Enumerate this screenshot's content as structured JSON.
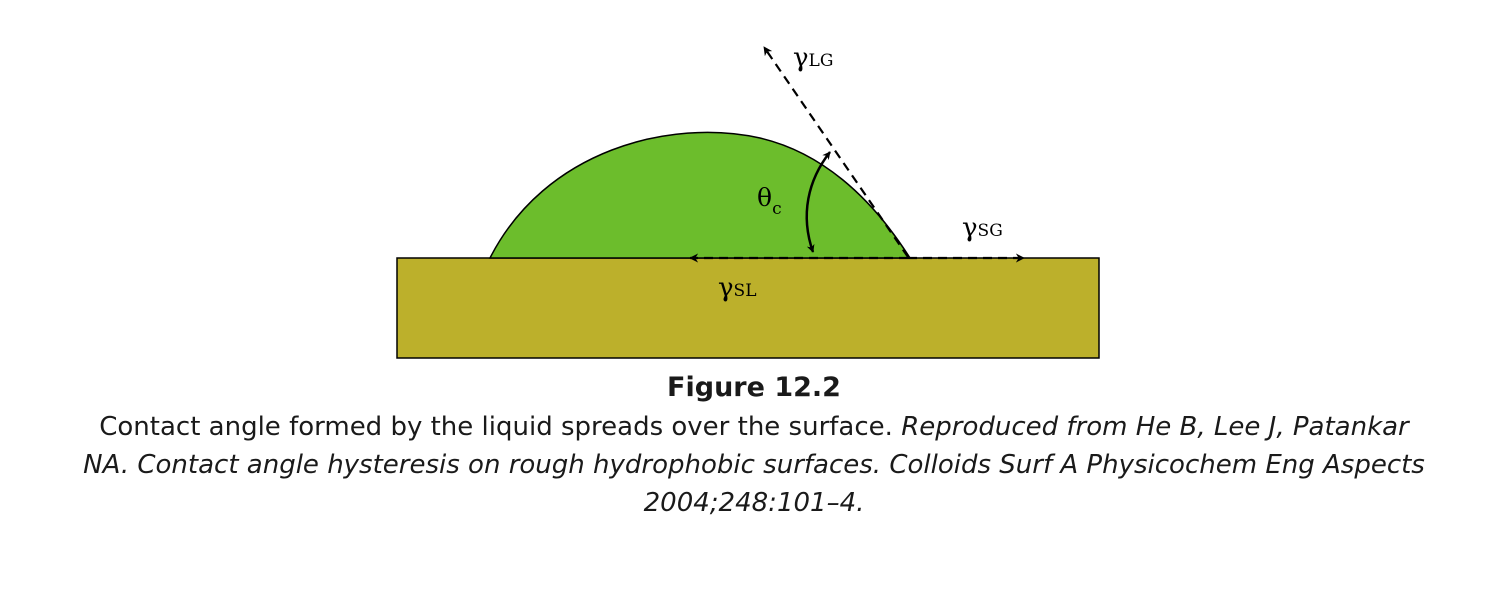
{
  "diagram": {
    "labels": {
      "gamma_lg": "γ",
      "gamma_lg_sub": "LG",
      "gamma_sg": "γ",
      "gamma_sg_sub": "SG",
      "gamma_sl": "γ",
      "gamma_sl_sub": "SL",
      "theta": "θ",
      "theta_sub": "c"
    },
    "colors": {
      "droplet": "#6cbd2c",
      "substrate": "#bcb02b",
      "outline": "#000000"
    }
  },
  "figure": {
    "label": "Figure 12.2",
    "caption": "Contact angle formed by the liquid spreads over the surface.",
    "reference": "Reproduced from He B, Lee J, Patankar NA. Contact angle hysteresis on rough hydrophobic surfaces. Colloids Surf A Physicochem Eng Aspects 2004;248:101–4."
  }
}
